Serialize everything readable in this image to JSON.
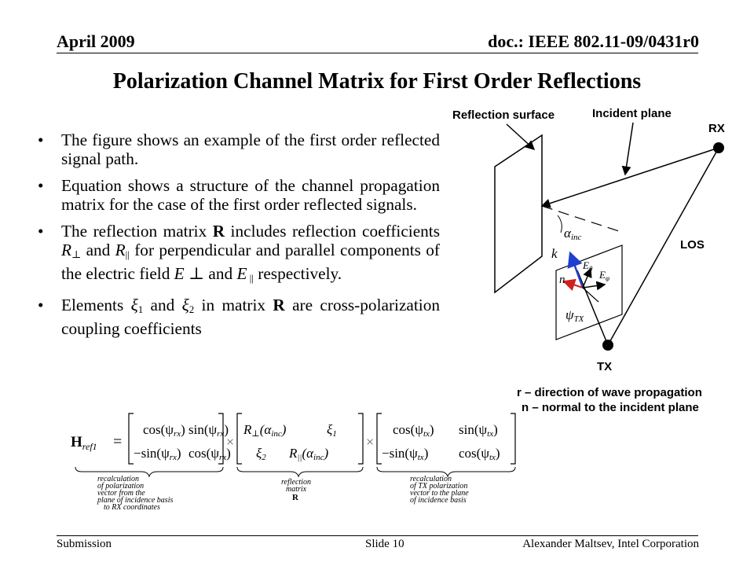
{
  "header": {
    "date": "April 2009",
    "doc_id": "doc.: IEEE 802.11-09/0431r0"
  },
  "title": "Polarization Channel Matrix for First Order Reflections",
  "bullets": [
    {
      "text": "The figure shows an example of the first order reflected signal path."
    },
    {
      "text": "Equation shows a structure of the channel propagation matrix for the case of the first order reflected signals."
    },
    {
      "p1": "The reflection matrix ",
      "R": "R",
      "p2": " includes reflection coefficients ",
      "r_perp": "R",
      "perp": "⊥",
      "p3": " and ",
      "r_par": "R",
      "par": "||",
      "p4": " for perpendicular and parallel components of the electric field ",
      "e1": "E",
      "e1sub": " ⊥",
      "p5": " and ",
      "e2": "E",
      "e2sub": " ||",
      "p6": " respectively."
    },
    {
      "p1": "Elements ",
      "xi": "ξ",
      "one": "1",
      "p2": " and ",
      "two": "2",
      "p3": " in matrix ",
      "R": "R",
      "p4": " are cross-polarization coupling coefficients"
    }
  ],
  "figure": {
    "reflection_surface": "Reflection surface",
    "incident_plane": "Incident plane",
    "rx": "RX",
    "tx": "TX",
    "los": "LOS",
    "alpha": "α",
    "alpha_sub": "inc",
    "k": "k",
    "n": "n",
    "e_theta": "E",
    "theta": "θ",
    "e_phi": "E",
    "phi": "φ",
    "psi": "ψ",
    "psi_sub": "TX",
    "legend_r": "r – direction of wave propagation",
    "legend_n": "n – normal to the incident plane"
  },
  "equation": {
    "H": "H",
    "H_sub": "ref1",
    "eq": "=",
    "times": "×",
    "m1": {
      "a": "cos(ψ",
      "a_sub": "rx",
      "b": "sin(ψ",
      "b_sub": "rx",
      "c": "−sin(ψ",
      "c_sub": "rx",
      "d": "cos(ψ",
      "d_sub": "rx",
      "close": ")"
    },
    "m2": {
      "a": "R",
      "a_sub": "⊥",
      "a_arg": "(α",
      "a_arg_sub": "inc",
      "b": "ξ",
      "b_sub": "1",
      "c": "ξ",
      "c_sub": "2",
      "d": "R",
      "d_sub": "||",
      "d_arg": "(α",
      "close": ")"
    },
    "m3": {
      "a": "cos(ψ",
      "a_sub": "tx",
      "b": "sin(ψ",
      "b_sub": "tx",
      "c": "−sin(ψ",
      "c_sub": "tx",
      "d": "cos(ψ",
      "d_sub": "tx",
      "close": ")"
    },
    "brace1": [
      "recalculation",
      "of polarization",
      "vector from the",
      "plane of incidence basis",
      "to RX coordinates"
    ],
    "brace2": [
      "reflection",
      "matrix",
      "R"
    ],
    "brace3": [
      "recalculation",
      "of TX polarization",
      "vector to the plane",
      "of incidence basis"
    ]
  },
  "footer": {
    "left": "Submission",
    "slide": "Slide 10",
    "author": "Alexander Maltsev, Intel Corporation"
  },
  "colors": {
    "blue_arrow": "#1f3fd0",
    "red_arrow": "#d02020"
  }
}
